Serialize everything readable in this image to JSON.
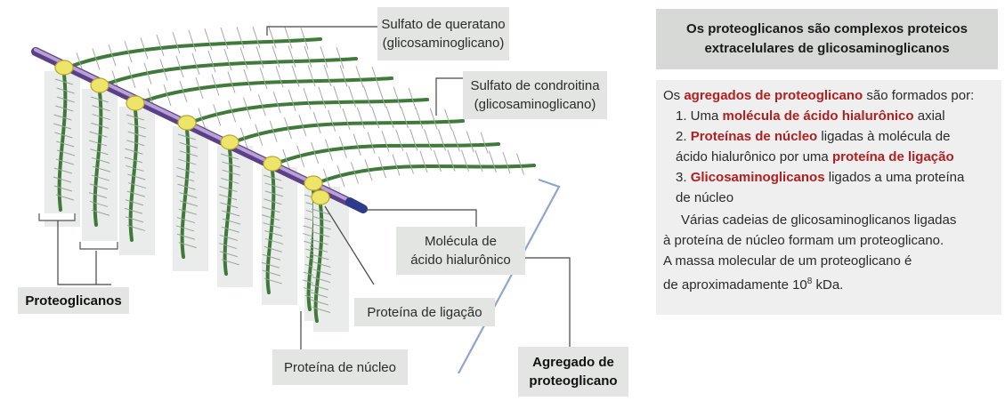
{
  "labels": {
    "queratano_1": "Sulfato de queratano",
    "queratano_2": "(glicosaminoglicano)",
    "condroitina_1": "Sulfato de condroitina",
    "condroitina_2": "(glicosaminoglicano)",
    "hialuronico_1": "Molécula de",
    "hialuronico_2": "ácido hialurônico",
    "proteoglicanos": "Proteoglicanos",
    "ligacao": "Proteína de ligação",
    "nucleo": "Proteína de núcleo",
    "agregado_1": "Agregado de",
    "agregado_2": "proteoglicano"
  },
  "panel": {
    "title_1": "Os proteoglicanos são complexos proteicos",
    "title_2": "extracelulares de glicosaminoglicanos",
    "l1_a": "Os ",
    "l1_b": "agregados de proteoglicano",
    "l1_c": " são formados por:",
    "l2_a": "1. Uma ",
    "l2_b": "molécula de ácido hialurônico",
    "l2_c": " axial",
    "l3_a": "2. ",
    "l3_b": "Proteínas de núcleo",
    "l3_c": " ligadas à molécula de",
    "l4_a": "ácido hialurônico por uma ",
    "l4_b": "proteína de ligação",
    "l5_a": "3. ",
    "l5_b": "Glicosaminoglicanos",
    "l5_c": " ligados a uma proteína",
    "l6": "de núcleo",
    "l7": "Várias cadeias de glicosaminoglicanos ligadas",
    "l8": "à proteína de núcleo formam um proteoglicano.",
    "l9": "A massa molecular de um proteoglicano é",
    "l10_a": "de aproximadamente 10",
    "l10_sup": "8",
    "l10_b": " kDa."
  },
  "colors": {
    "axis": "#8a6fb0",
    "core_protein": "#3f7a3a",
    "link_protein": "#ece56a",
    "label_bg": "#e3e5e3",
    "highlight": "#b02020"
  }
}
